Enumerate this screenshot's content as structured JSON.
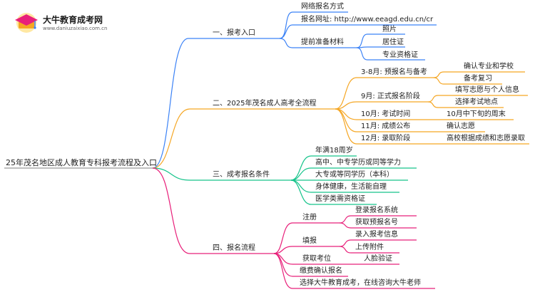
{
  "logo": {
    "name": "大牛教育成考网",
    "domain": "www.daniuzaixiao.com.cn"
  },
  "root": "25年茂名地区成人教育专科报考流程及入口",
  "colors": {
    "blue": "#3b82f6",
    "orange": "#f5a623",
    "green": "#16c48b",
    "magenta": "#e8207a"
  },
  "branches": {
    "b1": {
      "label": "一、报考入口",
      "c1": "网络报名方式",
      "c2": "报名网址: http://www.eeagd.edu.cn/cr",
      "c3": "提前准备材料",
      "m1": "照片",
      "m2": "居住证",
      "m3": "专业资格证"
    },
    "b2": {
      "label": "二、2025年茂名成人高考全流程",
      "s1": "3-8月: 预报名与备考",
      "s1a": "确认专业和学校",
      "s1b": "备考复习",
      "s2": "9月: 正式报名阶段",
      "s2a": "填写志愿与个人信息",
      "s2b": "选择考试地点",
      "s3": "10月: 考试时间",
      "s3a": "10月中下旬的周末",
      "s4": "11月: 成绩公布",
      "s4a": "确认志愿",
      "s5": "12月: 录取阶段",
      "s5a": "高校根据成绩和志愿录取"
    },
    "b3": {
      "label": "三、成考报名条件",
      "c1": "年满18周岁",
      "c2": "高中、中专学历或同等学力",
      "c3": "大专或等同学历（本科）",
      "c4": "身体健康，生活能自理",
      "c5": "医学类需资格证"
    },
    "b4": {
      "label": "四、报名流程",
      "c1": "注册",
      "c1a": "登录报名系统",
      "c1b": "获取预报名号",
      "c2": "填报",
      "c2a": "录入报考信息",
      "c2b": "上传附件",
      "c3": "获取考位",
      "c3a": "人脸验证",
      "c4": "缴费确认报名",
      "c5": "选择大牛教育成考，在线咨询大牛老师"
    }
  }
}
